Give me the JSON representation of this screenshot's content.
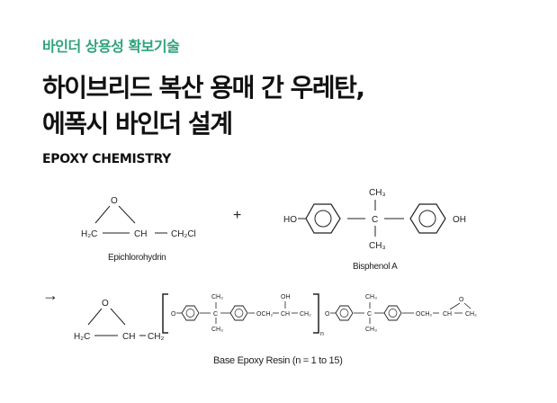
{
  "header": {
    "kicker": "바인더 상용성 확보기술",
    "title_line1": "하이브리드 복산 용매 간 우레탄,",
    "title_line2": "에폭시 바인더 설계",
    "section": "EPOXY CHEMISTRY"
  },
  "reactants": {
    "epichlorohydrin": {
      "name": "Epichlorohydrin",
      "atom_o": "O",
      "h2c": "H₂C",
      "ch": "CH",
      "ch2cl": "CH₂Cl"
    },
    "plus": "+",
    "bisphenol_a": {
      "name": "Bisphenol A",
      "ho": "HO",
      "oh": "OH",
      "c": "C",
      "ch3_top": "CH₃",
      "ch3_bottom": "CH₃"
    }
  },
  "product": {
    "arrow": "→",
    "name": "Base Epoxy Resin (n = 1 to 15)",
    "atom_o": "O",
    "h2c": "H₂C",
    "ch": "CH",
    "ch2": "CH₂",
    "repeat_o": "O",
    "repeat_c": "C",
    "ch3": "CH₃",
    "och2": "OCH₂",
    "oh": "OH",
    "n": "n",
    "end_och2": "OCH₂"
  }
}
